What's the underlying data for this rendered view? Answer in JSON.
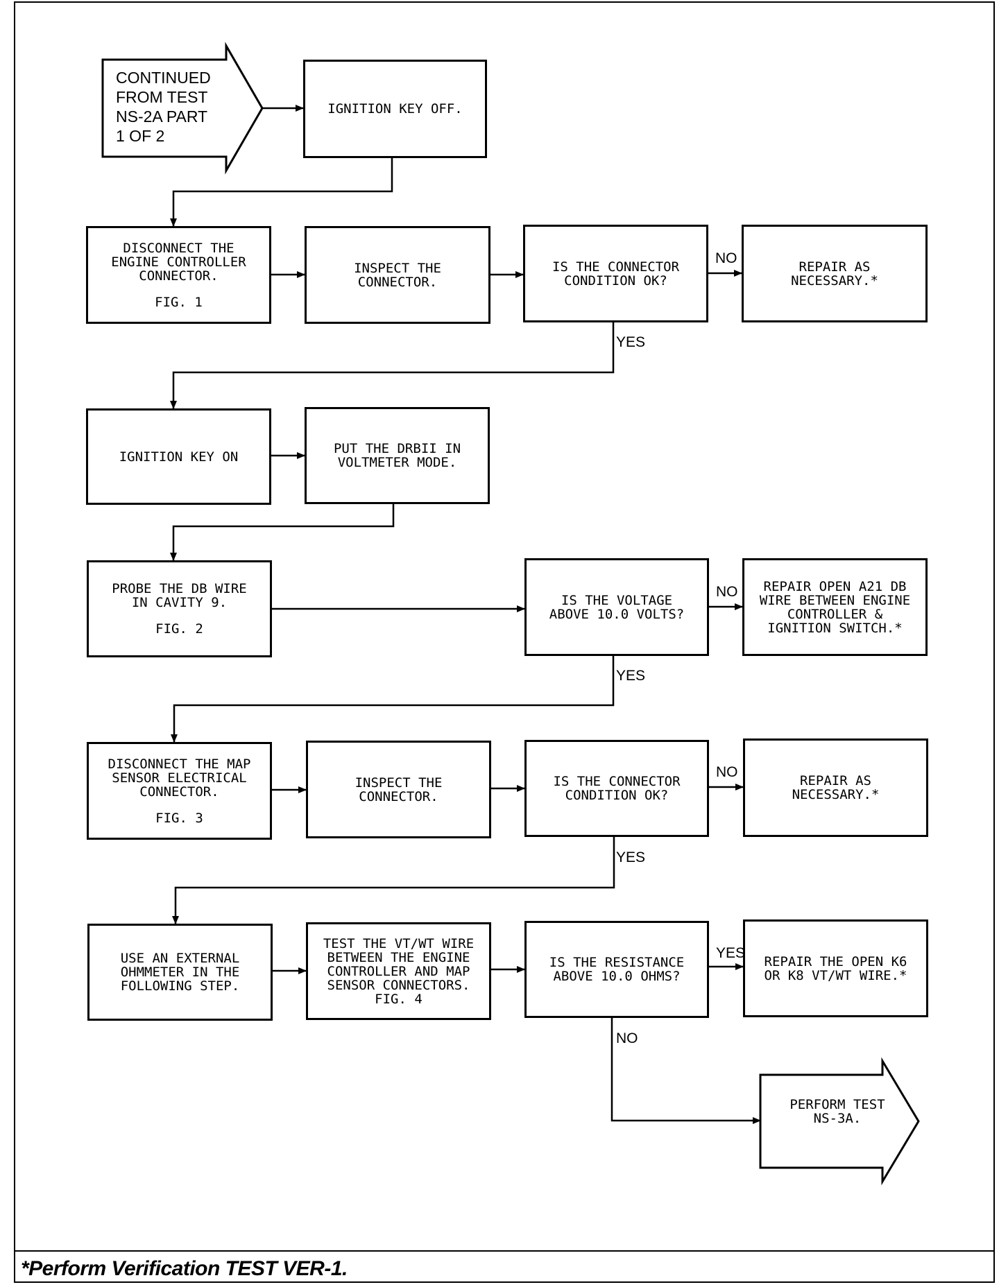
{
  "start": {
    "text": "CONTINUED\nFROM TEST\nNS-2A PART\n1 OF 2"
  },
  "boxes": {
    "ign_off": {
      "text": "IGNITION KEY OFF."
    },
    "disconnect_ec": {
      "text": "DISCONNECT THE\nENGINE CONTROLLER\nCONNECTOR.",
      "fig": "FIG. 1"
    },
    "inspect_1": {
      "text": "INSPECT THE\nCONNECTOR."
    },
    "q_conn_1": {
      "text": "IS THE CONNECTOR\nCONDITION OK?"
    },
    "repair_1": {
      "text": "REPAIR AS\nNECESSARY.*"
    },
    "ign_on": {
      "text": "IGNITION KEY ON"
    },
    "drbii": {
      "text": "PUT THE DRBII IN\nVOLTMETER MODE."
    },
    "probe": {
      "text": "PROBE THE DB WIRE\nIN CAVITY 9.",
      "fig": "FIG. 2"
    },
    "q_voltage": {
      "text": "IS THE VOLTAGE\nABOVE 10.0 VOLTS?"
    },
    "repair_open_a21": {
      "text": "REPAIR OPEN A21 DB\nWIRE BETWEEN ENGINE\nCONTROLLER &\nIGNITION SWITCH.*"
    },
    "disconnect_map": {
      "text": "DISCONNECT THE MAP\nSENSOR ELECTRICAL\nCONNECTOR.",
      "fig": "FIG. 3"
    },
    "inspect_2": {
      "text": "INSPECT THE\nCONNECTOR."
    },
    "q_conn_2": {
      "text": "IS THE CONNECTOR\nCONDITION OK?"
    },
    "repair_2": {
      "text": "REPAIR AS\nNECESSARY.*"
    },
    "ohmmeter": {
      "text": "USE AN EXTERNAL\nOHMMETER IN THE\nFOLLOWING STEP."
    },
    "test_vtwt": {
      "text": "TEST THE VT/WT WIRE\nBETWEEN THE ENGINE\nCONTROLLER AND MAP\nSENSOR CONNECTORS.\nFIG. 4"
    },
    "q_resistance": {
      "text": "IS THE RESISTANCE\nABOVE 10.0 OHMS?"
    },
    "repair_k6": {
      "text": "REPAIR THE OPEN K6\nOR K8 VT/WT WIRE.*"
    }
  },
  "end": {
    "text": "PERFORM TEST\nNS-3A."
  },
  "labels": {
    "no_1": "NO",
    "yes_1": "YES",
    "no_2": "NO",
    "yes_2": "YES",
    "no_3": "NO",
    "yes_3": "YES",
    "yes_4": "YES",
    "no_4": "NO"
  },
  "footer": {
    "text": "*Perform Verification TEST VER-1."
  }
}
